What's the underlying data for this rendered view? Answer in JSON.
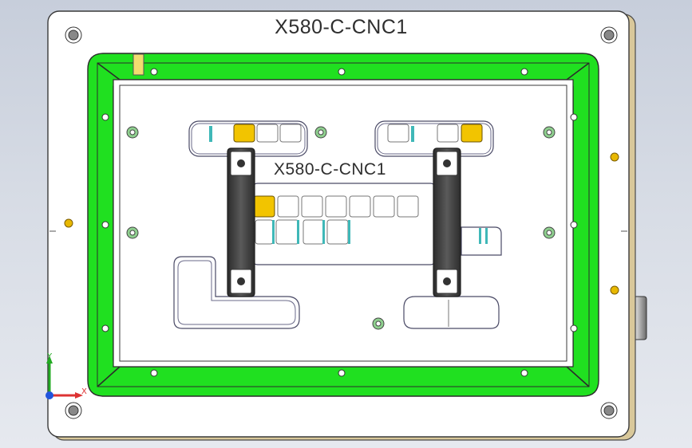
{
  "viewport": {
    "title_text": "X580-C-CNC1",
    "fixture_text": "X580-C-CNC1",
    "axis": {
      "x_label": "X",
      "y_label": "Y"
    }
  },
  "colors": {
    "background_top": "#c7cedb",
    "background_bottom": "#e6e9ef",
    "base_plate": "#ffffff",
    "seal_green": "#20e020",
    "highlight_yellow": "#f2c400",
    "hardware_gold": "#e8b800",
    "clamp_dark": "#3c3c3c",
    "outline": "#3a3a3a",
    "slot_cyan": "#3fb8b8",
    "pin_green": "#8fd08f"
  },
  "icons": [
    "screw-icon",
    "dowel-pin-icon",
    "coordinate-triad-icon"
  ]
}
